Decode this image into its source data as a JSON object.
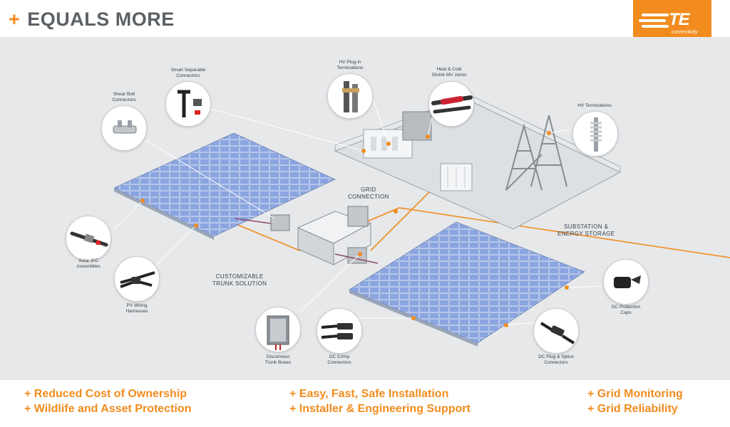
{
  "header": {
    "plus": "+",
    "title": "EQUALS MORE"
  },
  "logo": {
    "mark": "TE",
    "sub": "connectivity",
    "color": "#f28c1e"
  },
  "colors": {
    "accent": "#f28c1e",
    "title_gray": "#5c6166",
    "scene_bg": "#e6e8ea",
    "panel_blue": "#6f8ed6"
  },
  "area_labels": {
    "grid_connection": "GRID\nCONNECTION",
    "substation": "SUBSTATION &\nENERGY STORAGE",
    "trunk": "CUSTOMIZABLE\nTRUNK SOLUTION"
  },
  "callouts": {
    "shear_bolt": "Shear Bolt\nConnectors",
    "smart_separable": "Smart Separable\nConnectors",
    "hv_plugin": "HV Plug-in\nTerminations",
    "heat_cold": "Heat & Cold\nShrink MV Joints",
    "hv_terminations": "HV Terminations",
    "solar_ipc": "Solar IPC\nAssemblies",
    "pv_wiring": "PV Wiring\nHarnesses",
    "disconnect": "Disconnect\nTrunk Boxes",
    "dc_crimp": "DC Crimp\nConnectors",
    "dc_plug": "DC Plug & Splice\nConnectors",
    "dc_protection": "DC Protection\nCaps"
  },
  "benefits": {
    "b1": "+ Reduced Cost of Ownership",
    "b2": "+ Wildlife and Asset Protection",
    "b3": "+ Easy, Fast, Safe Installation",
    "b4": "+ Installer & Engineering Support",
    "b5": "+ Grid Monitoring",
    "b6": "+ Grid Reliability"
  },
  "icons": [
    "te-logo-icon",
    "shear-bolt-connector-icon",
    "smart-separable-connector-icon",
    "hv-plugin-termination-icon",
    "mv-joint-icon",
    "hv-termination-icon",
    "solar-ipc-icon",
    "pv-wiring-harness-icon",
    "disconnect-box-icon",
    "dc-crimp-connector-icon",
    "dc-plug-connector-icon",
    "dc-protection-cap-icon"
  ]
}
